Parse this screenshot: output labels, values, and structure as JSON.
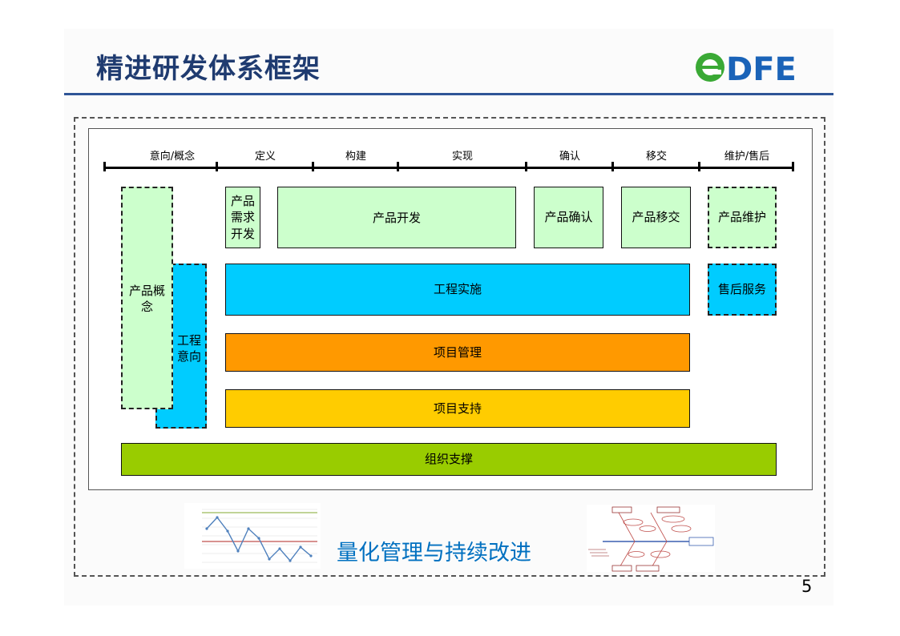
{
  "slide": {
    "title": "精进研发体系框架",
    "logo_text": "DFE",
    "page_number": "5"
  },
  "phases": [
    "意向/概念",
    "定义",
    "构建",
    "实现",
    "确认",
    "移交",
    "维护/售后"
  ],
  "boxes": {
    "product_concept": "产品概念",
    "engineering_intent": "工程意向",
    "product_requirements": "产品需求开发",
    "product_development": "产品开发",
    "product_confirmation": "产品确认",
    "product_handover": "产品移交",
    "product_maintenance": "产品维护",
    "engineering_implementation": "工程实施",
    "after_sales_service": "售后服务",
    "project_management": "项目管理",
    "project_support": "项目支持",
    "organization_support": "组织支撑"
  },
  "footer": {
    "tagline": "量化管理与持续改进"
  },
  "colors": {
    "green": "#ccffcc",
    "blue": "#00ccff",
    "orange": "#ff9900",
    "yellow": "#ffcc00",
    "olive": "#99cc00",
    "title": "#1f3b70",
    "tagline": "#0070c0"
  }
}
